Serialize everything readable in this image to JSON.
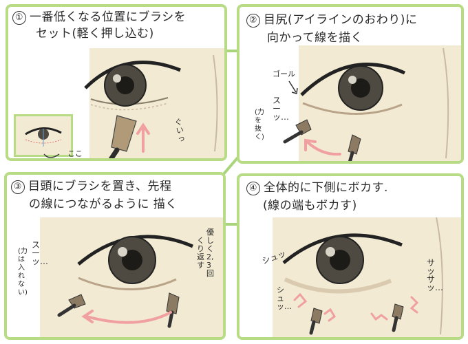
{
  "steps": [
    {
      "num": "①",
      "line1": "一番低くなる位置にブラシを",
      "line2": "セット(軽く押し込む)"
    },
    {
      "num": "②",
      "line1": "目尻(アイラインのおわり)に",
      "line2": "向かって線を描く"
    },
    {
      "num": "③",
      "line1": "目頭にブラシを置き、先程",
      "line2": "の線につながるように 描く"
    },
    {
      "num": "④",
      "line1": "全体的に下側にボカす.",
      "line2": "(線の端もボカす)"
    }
  ],
  "annotations": {
    "p1_guii": "ぐいっ",
    "p1_koko": "ここ",
    "p2_goal": "ゴール",
    "p2_suu": "スーッ…",
    "p2_chikara": "(力を抜く)",
    "p3_suu": "スーッ…",
    "p3_chikara": "(力は入れない)",
    "p3_yasashiku": "優しく2,3回",
    "p3_kurikaesu": "くり返す",
    "p4_shu1": "シュッ",
    "p4_shu2": "シュッ…",
    "p4_sassa": "サッサッ…"
  },
  "colors": {
    "frame": "#b8db86",
    "skin": "#f2ead2",
    "arrow_pink": "#f0a0a0",
    "connector_green": "#a8d47a"
  },
  "icons": [
    "eye-illustration",
    "makeup-brush-icon",
    "arrow-icon"
  ]
}
